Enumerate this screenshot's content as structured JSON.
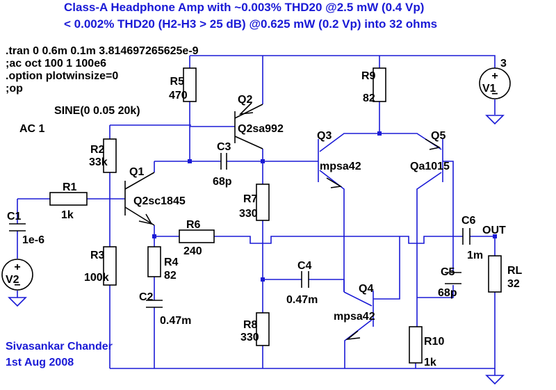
{
  "title": {
    "line1": "Class-A Headphone Amp with ~0.003% THD20 @2.5 mW (0.4 Vp)",
    "line2": "< 0.002% THD20 (H2-H3 > 25 dB) @0.625 mW (0.2 Vp) into 32 ohms"
  },
  "directives": [
    ".tran 0 0.6m 0.1m 3.814697265625e-9",
    ";ac oct 100 1 100e6",
    ".option plotwinsize=0",
    ";op"
  ],
  "source_sine": "SINE(0 0.05 20k)",
  "source_ac": "AC 1",
  "author": {
    "name": "Sivasankar Chander",
    "date": "1st Aug 2008"
  },
  "components": {
    "R1": {
      "name": "R1",
      "value": "1k"
    },
    "R2": {
      "name": "R2",
      "value": "33k"
    },
    "R3": {
      "name": "R3",
      "value": "100k"
    },
    "R4": {
      "name": "R4",
      "value": "82"
    },
    "R5": {
      "name": "R5",
      "value": "470"
    },
    "R6": {
      "name": "R6",
      "value": "240"
    },
    "R7": {
      "name": "R7",
      "value": "330"
    },
    "R8": {
      "name": "R8",
      "value": "330"
    },
    "R9": {
      "name": "R9",
      "value": "82"
    },
    "R10": {
      "name": "R10",
      "value": "1k"
    },
    "RL": {
      "name": "RL",
      "value": "32"
    },
    "C1": {
      "name": "C1",
      "value": "1e-6"
    },
    "C2": {
      "name": "C2",
      "value": "0.47m"
    },
    "C3": {
      "name": "C3",
      "value": "68p"
    },
    "C4": {
      "name": "C4",
      "value": "0.47m"
    },
    "C5": {
      "name": "C5",
      "value": "68p"
    },
    "C6": {
      "name": "C6",
      "value": "1m"
    },
    "Q1": {
      "name": "Q1",
      "model": "Q2sc1845"
    },
    "Q2": {
      "name": "Q2",
      "model": "Q2sa992"
    },
    "Q3": {
      "name": "Q3",
      "model": "mpsa42"
    },
    "Q4": {
      "name": "Q4",
      "model": "mpsa42"
    },
    "Q5": {
      "name": "Q5",
      "model": "Qa1015"
    },
    "V1": {
      "name": "V1",
      "value": "3"
    },
    "V2": {
      "name": "V2"
    }
  },
  "net_out": "OUT",
  "sign_plus": "+",
  "sign_minus": "−",
  "colors": {
    "wire": "#1a1ad6",
    "component": "#000000",
    "text_blue": "#1a1ad6"
  }
}
